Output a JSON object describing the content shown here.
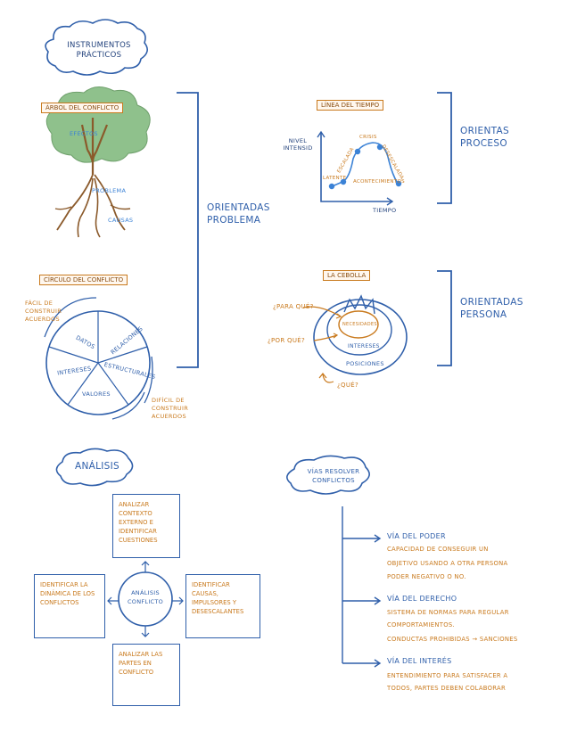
{
  "title": "Instrumentos prácticos",
  "groups": {
    "orientadas_problema": "Orientadas problema",
    "orientas_proceso": "Orientas proceso",
    "orientadas_persona": "Orientadas persona"
  },
  "arbol": {
    "label": "Árbol del conflicto",
    "efectos": "Efectos",
    "problema": "Problema",
    "causas": "Causas"
  },
  "circulo": {
    "label": "Círculo del conflicto",
    "facil": "Fácil de construir acuerdos",
    "dificil": "Difícil de construir acuerdos",
    "segments": [
      "Datos",
      "Relaciones",
      "Intereses",
      "Estructurales",
      "Valores"
    ]
  },
  "linea": {
    "label": "Línea del tiempo",
    "ylabel": "Nivel intensid",
    "xlabel": "Tiempo",
    "points": [
      "Latente",
      "Escalada",
      "Crisis",
      "Desescalada",
      "Acontecimientos"
    ]
  },
  "cebolla": {
    "label": "La cebolla",
    "para_que": "¿Para qué?",
    "por_que": "¿Por qué?",
    "que": "¿Qué?",
    "necesidades": "Necesidades",
    "intereses": "Intereses",
    "posiciones": "Posiciones"
  },
  "analisis": {
    "title": "Análisis",
    "center": "Análisis conflicto",
    "top": "Analizar contexto externo e identificar cuestiones",
    "left": "Identificar la dinámica de los conflictos",
    "right": "Identificar causas, impulsores y desescalantes",
    "bottom": "Analizar las partes en conflicto"
  },
  "vias": {
    "title": "Vías resolver conflictos",
    "poder": {
      "name": "Vía del poder",
      "lines": [
        "Capacidad de conseguir un",
        "objetivo usando a otra persona",
        "poder negativo o no."
      ]
    },
    "derecho": {
      "name": "Vía del derecho",
      "lines": [
        "Sistema de normas para regular",
        "comportamientos.",
        "Conductas prohibidas → sanciones"
      ]
    },
    "interes": {
      "name": "Vía del interés",
      "lines": [
        "Entendimiento para satisfacer a",
        "todos, partes deben colaborar"
      ]
    }
  },
  "colors": {
    "blue": "#2f5faa",
    "light_blue": "#3b82d6",
    "orange": "#c97a1e",
    "tree_green": "#8fc18c",
    "trunk": "#8b5a2b"
  }
}
